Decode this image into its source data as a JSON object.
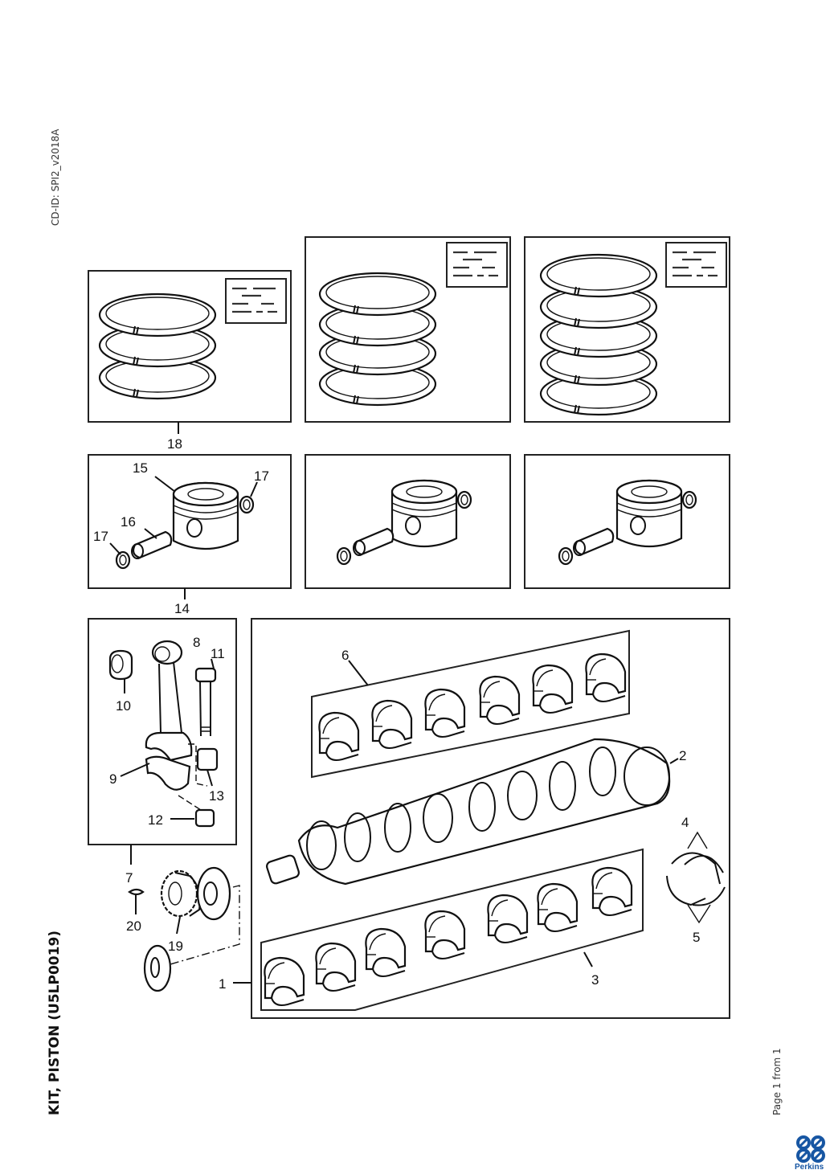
{
  "document": {
    "cd_id": "CD-ID: SPI2_v2018A",
    "title": "KIT, PISTON (U5LP0019)",
    "page_info": "Page 1 from 1",
    "brand": "Perkins",
    "brand_color": "#1756a3"
  },
  "diagram": {
    "callouts": {
      "c1": "1",
      "c2": "2",
      "c3": "3",
      "c4": "4",
      "c5": "5",
      "c6": "6",
      "c7": "7",
      "c8": "8",
      "c9": "9",
      "c10": "10",
      "c11": "11",
      "c12": "12",
      "c13": "13",
      "c14": "14",
      "c15": "15",
      "c16": "16",
      "c17a": "17",
      "c17b": "17",
      "c18": "18",
      "c19": "19",
      "c20": "20"
    }
  }
}
